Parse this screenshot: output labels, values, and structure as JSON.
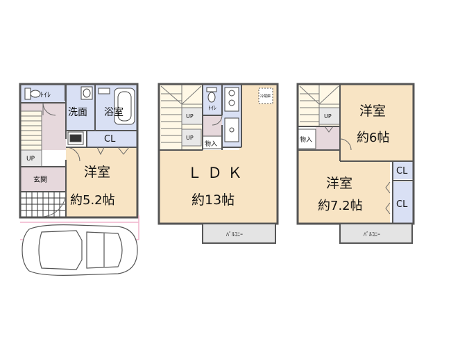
{
  "floor1": {
    "toilet": "ﾄｲﾚ",
    "washroom": "洗面",
    "bathroom": "浴室",
    "closet": "CL",
    "stairs_up": "UP",
    "entrance": "玄関",
    "room_name": "洋室",
    "room_size": "約5.2帖"
  },
  "floor2": {
    "toilet": "ﾄｲﾚ",
    "stairs_up_a": "UP",
    "stairs_up_b": "UP",
    "storage": "物入",
    "fridge": "冷蔵庫",
    "room_name": "ＬＤＫ",
    "room_size": "約13帖",
    "balcony": "ﾊﾞﾙｺﾆｰ"
  },
  "floor3": {
    "stairs_up": "UP",
    "storage": "物入",
    "room_a_name": "洋室",
    "room_a_size": "約6帖",
    "room_b_name": "洋室",
    "room_b_size": "約7.2帖",
    "closet_a": "CL",
    "closet_b": "CL",
    "balcony": "ﾊﾞﾙｺﾆｰ"
  },
  "colors": {
    "room": "#f8e4c4",
    "wet_area": "#d9e0f4",
    "hall": "#e6d8dc",
    "wall": "#555555",
    "parking_line": "#f0b4cc"
  }
}
